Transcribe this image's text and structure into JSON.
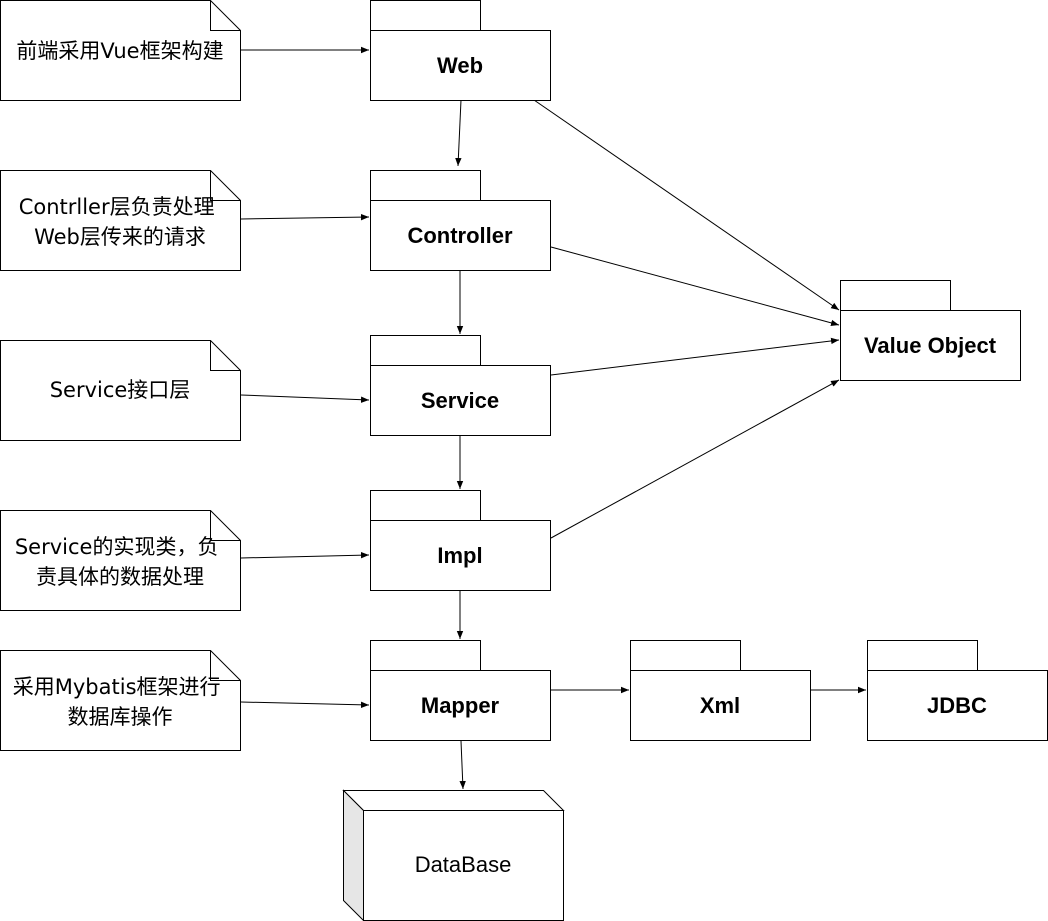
{
  "packages": {
    "web": "Web",
    "controller": "Controller",
    "service": "Service",
    "impl": "Impl",
    "mapper": "Mapper",
    "xml": "Xml",
    "jdbc": "JDBC",
    "value_object": "Value Object"
  },
  "notes": {
    "web_note": [
      "前端采用Vue框架构建"
    ],
    "controller_note": [
      "Contrller层负责处理",
      "Web层传来的请求"
    ],
    "service_note": [
      "Service接口层"
    ],
    "impl_note": [
      "Service的实现类，负",
      "责具体的数据处理"
    ],
    "mapper_note": [
      "采用Mybatis框架进行",
      "数据库操作"
    ]
  },
  "database": {
    "label": "DataBase"
  },
  "colors": {
    "stroke": "#000000",
    "fill": "#ffffff",
    "db_side": "#e6e6e6"
  }
}
